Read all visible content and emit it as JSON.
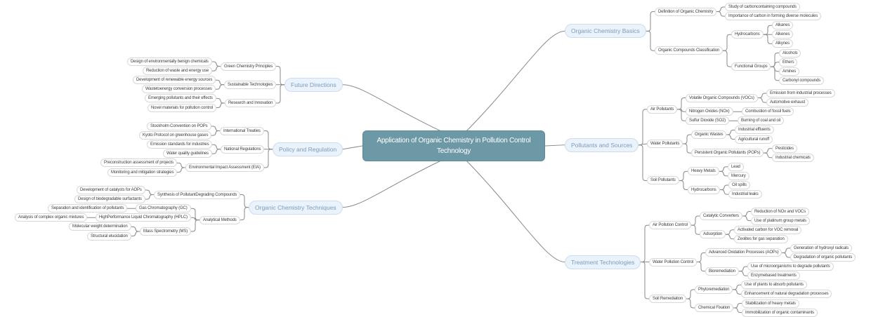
{
  "diagram_type": "mindmap",
  "colors": {
    "root_bg": "#6d99a7",
    "root_border": "#5c8997",
    "root_text": "#ffffff",
    "branch_bg": "#eaf2fb",
    "branch_border": "#cdddee",
    "branch_text": "#7e9cb9",
    "node_bg": "#ffffff",
    "node_border": "#d8d8d8",
    "node_text": "#3d3d3d",
    "link": "#8a8a8a"
  },
  "tree": {
    "text": "Application of Organic Chemistry in Pollution Control Technology",
    "children": [
      {
        "text": "Organic Chemistry Basics",
        "side": "right",
        "children": [
          {
            "text": "Definition of Organic Chemistry",
            "children": [
              {
                "text": "Study of carboncontaining compounds"
              },
              {
                "text": "Importance of carbon in forming diverse molecules"
              }
            ]
          },
          {
            "text": "Organic Compounds Classification",
            "children": [
              {
                "text": "Hydrocarbons",
                "children": [
                  {
                    "text": "Alkanes"
                  },
                  {
                    "text": "Alkenes"
                  },
                  {
                    "text": "Alkynes"
                  }
                ]
              },
              {
                "text": "Functional Groups",
                "children": [
                  {
                    "text": "Alcohols"
                  },
                  {
                    "text": "Ethers"
                  },
                  {
                    "text": "Amines"
                  },
                  {
                    "text": "Carbonyl compounds"
                  }
                ]
              }
            ]
          }
        ]
      },
      {
        "text": "Pollutants and Sources",
        "side": "right",
        "children": [
          {
            "text": "Air Pollutants",
            "children": [
              {
                "text": "Volatile Organic Compounds (VOCs)",
                "children": [
                  {
                    "text": "Emission from industrial processes"
                  },
                  {
                    "text": "Automotive exhaust"
                  }
                ]
              },
              {
                "text": "Nitrogen Oxides (NOx)",
                "children": [
                  {
                    "text": "Combustion of fossil fuels"
                  }
                ]
              },
              {
                "text": "Sulfur Dioxide (SO2)",
                "children": [
                  {
                    "text": "Burning of coal and oil"
                  }
                ]
              }
            ]
          },
          {
            "text": "Water Pollutants",
            "children": [
              {
                "text": "Organic Wastes",
                "children": [
                  {
                    "text": "Industrial effluents"
                  },
                  {
                    "text": "Agricultural runoff"
                  }
                ]
              },
              {
                "text": "Persistent Organic Pollutants (POPs)",
                "children": [
                  {
                    "text": "Pesticides"
                  },
                  {
                    "text": "Industrial chemicals"
                  }
                ]
              }
            ]
          },
          {
            "text": "Soil Pollutants",
            "children": [
              {
                "text": "Heavy Metals",
                "children": [
                  {
                    "text": "Lead"
                  },
                  {
                    "text": "Mercury"
                  }
                ]
              },
              {
                "text": "Hydrocarbons",
                "children": [
                  {
                    "text": "Oil spills"
                  },
                  {
                    "text": "Industrial leaks"
                  }
                ]
              }
            ]
          }
        ]
      },
      {
        "text": "Treatment Technologies",
        "side": "right",
        "children": [
          {
            "text": "Air Pollution Control",
            "children": [
              {
                "text": "Catalytic Converters",
                "children": [
                  {
                    "text": "Reduction of NOx and VOCs"
                  },
                  {
                    "text": "Use of platinum group metals"
                  }
                ]
              },
              {
                "text": "Adsorption",
                "children": [
                  {
                    "text": "Activated carbon for VOC removal"
                  },
                  {
                    "text": "Zeolites for gas separation"
                  }
                ]
              }
            ]
          },
          {
            "text": "Water Pollution Control",
            "children": [
              {
                "text": "Advanced Oxidation Processes (AOPs)",
                "children": [
                  {
                    "text": "Generation of hydroxyl radicals"
                  },
                  {
                    "text": "Degradation of organic pollutants"
                  }
                ]
              },
              {
                "text": "Bioremediation",
                "children": [
                  {
                    "text": "Use of microorganisms to degrade pollutants"
                  },
                  {
                    "text": "Enzymebased treatments"
                  }
                ]
              }
            ]
          },
          {
            "text": "Soil Remediation",
            "children": [
              {
                "text": "Phytoremediation",
                "children": [
                  {
                    "text": "Use of plants to absorb pollutants"
                  },
                  {
                    "text": "Enhancement of natural degradation processes"
                  }
                ]
              },
              {
                "text": "Chemical Fixation",
                "children": [
                  {
                    "text": "Stabilization of heavy metals"
                  },
                  {
                    "text": "Immobilization of organic contaminants"
                  }
                ]
              }
            ]
          }
        ]
      },
      {
        "text": "Future Directions",
        "side": "left",
        "children": [
          {
            "text": "Green Chemistry Principles",
            "children": [
              {
                "text": "Design of environmentally benign chemicals"
              },
              {
                "text": "Reduction of waste and energy use"
              }
            ]
          },
          {
            "text": "Sustainable Technologies",
            "children": [
              {
                "text": "Development of renewable energy sources"
              },
              {
                "text": "Wastetoenergy conversion processes"
              }
            ]
          },
          {
            "text": "Research and Innovation",
            "children": [
              {
                "text": "Emerging pollutants and their effects"
              },
              {
                "text": "Novel materials for pollution control"
              }
            ]
          }
        ]
      },
      {
        "text": "Policy and Regulation",
        "side": "left",
        "children": [
          {
            "text": "International Treaties",
            "children": [
              {
                "text": "Stockholm Convention on POPs"
              },
              {
                "text": "Kyoto Protocol on greenhouse gases"
              }
            ]
          },
          {
            "text": "National Regulations",
            "children": [
              {
                "text": "Emission standards for industries"
              },
              {
                "text": "Water quality guidelines"
              }
            ]
          },
          {
            "text": "Environmental Impact Assessment (EIA)",
            "children": [
              {
                "text": "Preconstruction assessment of projects"
              },
              {
                "text": "Monitoring and mitigation strategies"
              }
            ]
          }
        ]
      },
      {
        "text": "Organic Chemistry Techniques",
        "side": "left",
        "children": [
          {
            "text": "Synthesis of PollutantDegrading Compounds",
            "children": [
              {
                "text": "Development of catalysts for AOPs"
              },
              {
                "text": "Design of biodegradable surfactants"
              }
            ]
          },
          {
            "text": "Analytical Methods",
            "children": [
              {
                "text": "Gas Chromatography (GC)",
                "children": [
                  {
                    "text": "Separation and identification of pollutants"
                  }
                ]
              },
              {
                "text": "HighPerformance Liquid Chromatography (HPLC)",
                "children": [
                  {
                    "text": "Analysis of complex organic mixtures"
                  }
                ]
              },
              {
                "text": "Mass Spectrometry (MS)",
                "children": [
                  {
                    "text": "Molecular weight determination"
                  },
                  {
                    "text": "Structural elucidation"
                  }
                ]
              }
            ]
          }
        ]
      }
    ]
  }
}
